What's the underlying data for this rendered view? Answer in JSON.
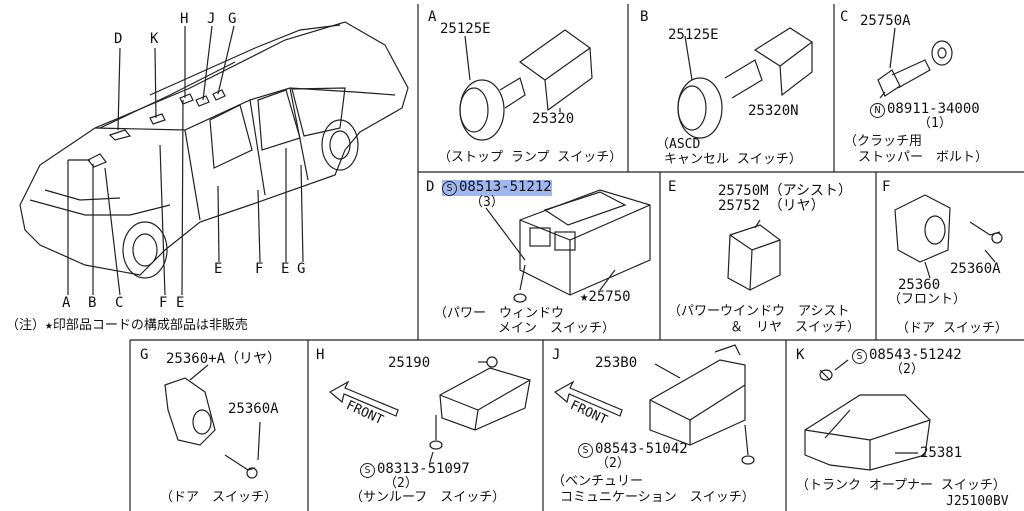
{
  "car": {
    "callouts_top": [
      "D",
      "K",
      "H",
      "J",
      "G"
    ],
    "callouts_bottom": [
      "A",
      "B",
      "C",
      "F",
      "E",
      "E",
      "F",
      "E",
      "G"
    ],
    "note": "（注）★印部品コードの構成部品は非販売"
  },
  "panels": {
    "A": {
      "letter": "A",
      "part1": "25125E",
      "part2": "25320",
      "caption": "（ストップ ランプ スイッチ）"
    },
    "B": {
      "letter": "B",
      "part1": "25125E",
      "part2": "25320N",
      "caption1": "（ASCD",
      "caption2": "キャンセル スイッチ）"
    },
    "C": {
      "letter": "C",
      "part1": "25750A",
      "bolt_sym": "N",
      "bolt": "08911-34000",
      "qty": "（1）",
      "caption1": "（クラッチ用",
      "caption2": "ストッパー　ボルト）"
    },
    "D": {
      "letter": "D",
      "screw_sym": "S",
      "screw": "08513-51212",
      "qty": "（3）",
      "part": "★25750",
      "caption1": "（パワー　ウィンドウ",
      "caption2": "メイン　スイッチ）"
    },
    "E": {
      "letter": "E",
      "part1": "25750M（アシスト）",
      "part2": "25752 （リヤ）",
      "caption1": "（パワーウインドウ　アシスト",
      "caption2": "＆　リヤ　スイッチ）"
    },
    "F": {
      "letter": "F",
      "part1": "25360",
      "part1b": "（フロント）",
      "part2": "25360A",
      "caption": "（ドア スイッチ）"
    },
    "G": {
      "letter": "G",
      "part1": "25360+A（リヤ）",
      "part2": "25360A",
      "caption": "（ドア　スイッチ）"
    },
    "H": {
      "letter": "H",
      "part1": "25190",
      "front": "FRONT",
      "screw_sym": "S",
      "screw": "08313-51097",
      "qty": "（2）",
      "caption": "（サンルーフ　スイッチ）"
    },
    "J": {
      "letter": "J",
      "part1": "253B0",
      "front": "FRONT",
      "screw_sym": "S",
      "screw": "08543-51042",
      "qty": "（2）",
      "caption1": "（ベンチュリー",
      "caption2": "コミュニケーション　スイッチ）"
    },
    "K": {
      "letter": "K",
      "screw_sym": "S",
      "screw": "08543-51242",
      "qty": "（2）",
      "part1": "25381",
      "caption": "（トランク オープナー スイッチ）",
      "code": "J25100BV"
    }
  },
  "colors": {
    "highlight": "#9fb7f0",
    "line": "#222222"
  }
}
